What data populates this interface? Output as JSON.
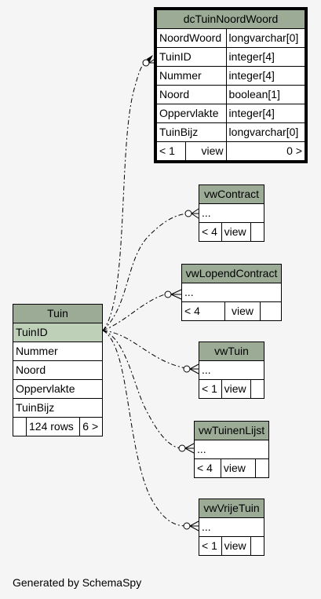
{
  "tables": {
    "dc": {
      "name": "dcTuinNoordWoord",
      "columns": [
        {
          "name": "NoordWoord",
          "type": "longvarchar[0]"
        },
        {
          "name": "TuinID",
          "type": "integer[4]"
        },
        {
          "name": "Nummer",
          "type": "integer[4]"
        },
        {
          "name": "Noord",
          "type": "boolean[1]"
        },
        {
          "name": "Oppervlakte",
          "type": "integer[4]"
        },
        {
          "name": "TuinBijz",
          "type": "longvarchar[0]"
        }
      ],
      "footer": {
        "left": "< 1",
        "middle": "view",
        "right": "0 >"
      }
    },
    "vwContract": {
      "name": "vwContract",
      "row": "...",
      "footer": {
        "left": "< 4",
        "right": "view"
      }
    },
    "vwLopendContract": {
      "name": "vwLopendContract",
      "row": "...",
      "footer": {
        "left": "< 4",
        "right": "view"
      }
    },
    "vwTuin": {
      "name": "vwTuin",
      "row": "...",
      "footer": {
        "left": "< 1",
        "right": "view"
      }
    },
    "vwTuinenLijst": {
      "name": "vwTuinenLijst",
      "row": "...",
      "footer": {
        "left": "< 4",
        "right": "view"
      }
    },
    "vwVrijeTuin": {
      "name": "vwVrijeTuin",
      "row": "...",
      "footer": {
        "left": "< 1",
        "right": "view"
      }
    },
    "tuin": {
      "name": "Tuin",
      "columns": [
        "TuinID",
        "Nummer",
        "Noord",
        "Oppervlakte",
        "TuinBijz"
      ],
      "footer": {
        "rows": "124 rows",
        "right": "6 >"
      }
    }
  },
  "footer_text": "Generated by SchemaSpy"
}
